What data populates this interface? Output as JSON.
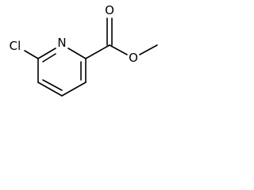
{
  "molecule": {
    "atoms": {
      "chlorine": "Cl",
      "ring_nitrogen": "N",
      "carbonyl_oxygen": "O",
      "ester_oxygen": "O"
    },
    "colors": {
      "bond": "#000000",
      "label": "#000000",
      "background": "#ffffff"
    }
  }
}
